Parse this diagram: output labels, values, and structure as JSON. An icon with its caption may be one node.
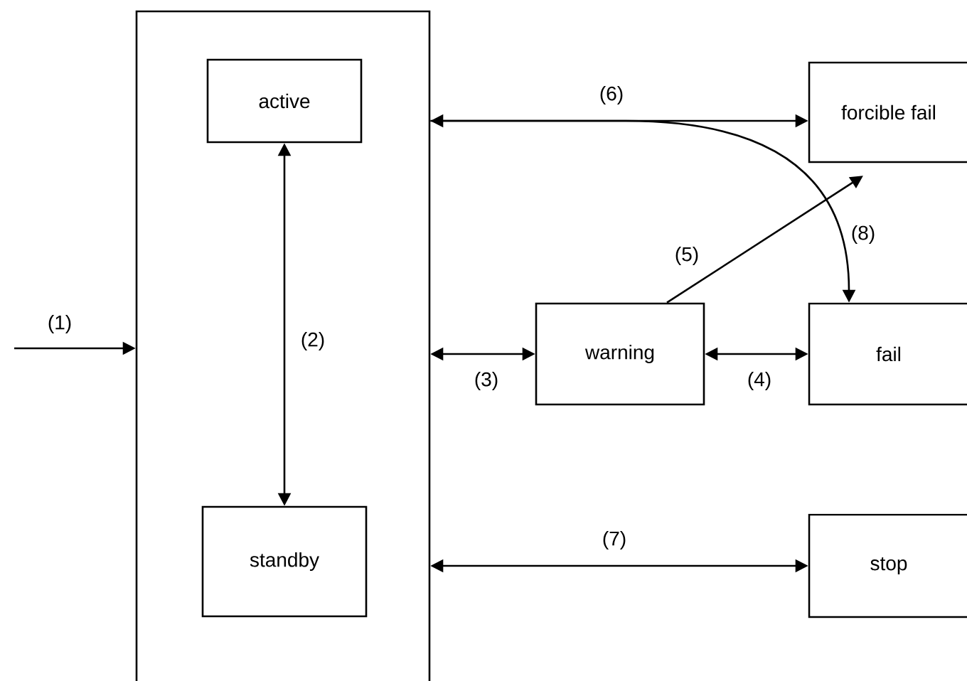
{
  "diagram": {
    "nodes": [
      {
        "text": [],
        "shape": "box"
      },
      {
        "text": [
          "active"
        ],
        "in": 0
      },
      {
        "text": [
          "standby"
        ],
        "in": 0
      },
      {
        "text": [
          "forcible fail"
        ]
      },
      {
        "text": [
          "warning"
        ]
      },
      {
        "text": [
          "fail"
        ]
      },
      {
        "text": [
          "stop"
        ]
      }
    ],
    "edges": [
      {
        "from": null,
        "to": 0,
        "arrow": "to",
        "label": "(1)"
      },
      {
        "from": 1,
        "to": 2,
        "arrow": "both",
        "label": "(2)"
      },
      {
        "from": 0,
        "to": 4,
        "arrow": "both",
        "label": "(3)"
      },
      {
        "from": 4,
        "to": 5,
        "arrow": "both",
        "label": "(4)"
      },
      {
        "from": 4,
        "to": 3,
        "arrow": "to",
        "label": "(5)"
      },
      {
        "from": 0,
        "to": 3,
        "arrow": "both",
        "label": "(6)"
      },
      {
        "from": 0,
        "to": 6,
        "arrow": "both",
        "label": "(7)"
      },
      {
        "from": 0,
        "to": 5,
        "arrow": "to",
        "label": "(8)"
      }
    ]
  }
}
